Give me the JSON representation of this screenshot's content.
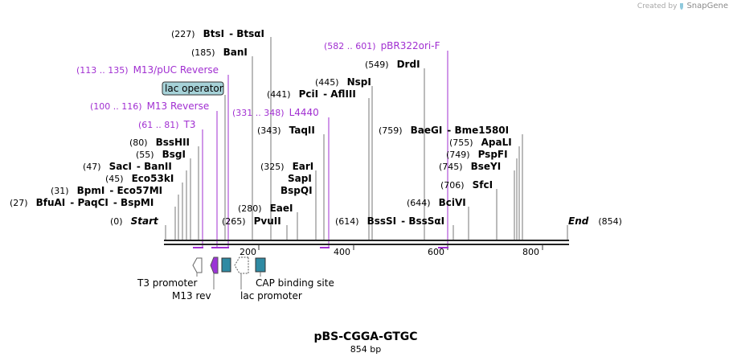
{
  "credit": {
    "created_by": "Created by",
    "brand": "SnapGene"
  },
  "map": {
    "title": "pBS-CGGA-GTGC",
    "length_label": "854 bp",
    "length": 854,
    "ticks": [
      "200",
      "400",
      "600",
      "800"
    ],
    "start_label": "Start",
    "start_pos": "(0)",
    "end_label": "End",
    "end_pos": "(854)"
  },
  "sites": [
    {
      "pos": "(227)",
      "names": [
        "BtsI",
        "BtsαI"
      ]
    },
    {
      "pos": "(185)",
      "names": [
        "BanI"
      ]
    },
    {
      "pos": "(549)",
      "names": [
        "DrdI"
      ]
    },
    {
      "pos": "(445)",
      "names": [
        "NspI"
      ]
    },
    {
      "pos": "(441)",
      "names": [
        "PciI",
        "AflIII"
      ]
    },
    {
      "pos": "(343)",
      "names": [
        "TaqII"
      ]
    },
    {
      "pos": "(759)",
      "names": [
        "BaeGI",
        "Bme1580I"
      ]
    },
    {
      "pos": "(80)",
      "names": [
        "BssHII"
      ]
    },
    {
      "pos": "(755)",
      "names": [
        "ApaLI"
      ]
    },
    {
      "pos": "(55)",
      "names": [
        "BsgI"
      ]
    },
    {
      "pos": "(749)",
      "names": [
        "PspFI"
      ]
    },
    {
      "pos": "(47)",
      "names": [
        "SacI",
        "BanII"
      ]
    },
    {
      "pos": "(325)",
      "names": [
        "EarI"
      ]
    },
    {
      "pos": "(745)",
      "names": [
        "BseYI"
      ]
    },
    {
      "pos": "(45)",
      "names": [
        "Eco53kI"
      ]
    },
    {
      "pos": "",
      "names": [
        "SapI"
      ]
    },
    {
      "pos": "(706)",
      "names": [
        "SfcI"
      ]
    },
    {
      "pos": "(31)",
      "names": [
        "BpmI",
        "Eco57MI"
      ]
    },
    {
      "pos": "",
      "names": [
        "BspQI"
      ]
    },
    {
      "pos": "(27)",
      "names": [
        "BfuAI",
        "PaqCI",
        "BspMI"
      ]
    },
    {
      "pos": "(644)",
      "names": [
        "BciVI"
      ]
    },
    {
      "pos": "(280)",
      "names": [
        "EaeI"
      ]
    },
    {
      "pos": "(265)",
      "names": [
        "PvuII"
      ]
    },
    {
      "pos": "(614)",
      "names": [
        "BssSI",
        "BssSαI"
      ]
    }
  ],
  "primers": [
    {
      "range": "(582 .. 601)",
      "name": "pBR322ori-F"
    },
    {
      "range": "(113 .. 135)",
      "name": "M13/pUC Reverse"
    },
    {
      "range": "(100 .. 116)",
      "name": "M13 Reverse"
    },
    {
      "range": "(331 .. 348)",
      "name": "L4440"
    },
    {
      "range": "(61 .. 81)",
      "name": "T3"
    }
  ],
  "features": [
    {
      "name": "lac operator"
    },
    {
      "name": "T3 promoter"
    },
    {
      "name": "M13 rev"
    },
    {
      "name": "lac promoter"
    },
    {
      "name": "CAP binding site"
    }
  ],
  "colors": {
    "primer": "#a12fd1",
    "lac_operator_fill": "#a6d2d8",
    "cap_fill": "#2f8aa3",
    "m13_fill": "#9b34d6",
    "line": "#777777"
  }
}
